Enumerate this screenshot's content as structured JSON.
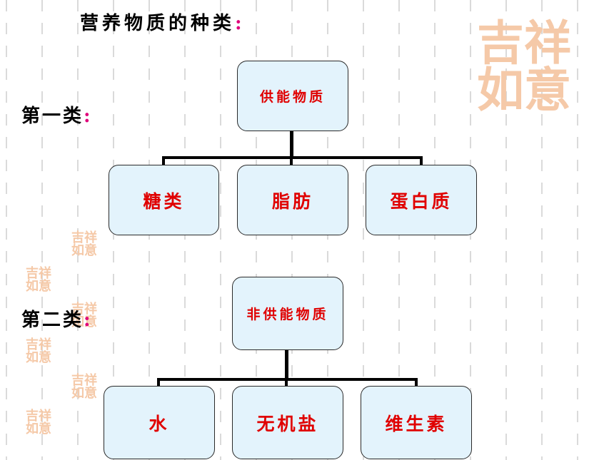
{
  "title": {
    "text": "营养物质的种类",
    "colon": ":"
  },
  "categories": [
    {
      "label": "第一类",
      "colon": ":",
      "parent": "供能物质",
      "children": [
        "糖类",
        "脂肪",
        "蛋白质"
      ]
    },
    {
      "label": "第二类",
      "colon": ":",
      "parent": "非供能物质",
      "children": [
        "水",
        "无机盐",
        "维生素"
      ]
    }
  ],
  "decoration": {
    "seal_text": "吉祥如意"
  },
  "colors": {
    "node_fill": "#e3f3fc",
    "node_text": "#e00000",
    "colon_accent": "#e0007a",
    "seal": "#f5c9a8"
  }
}
